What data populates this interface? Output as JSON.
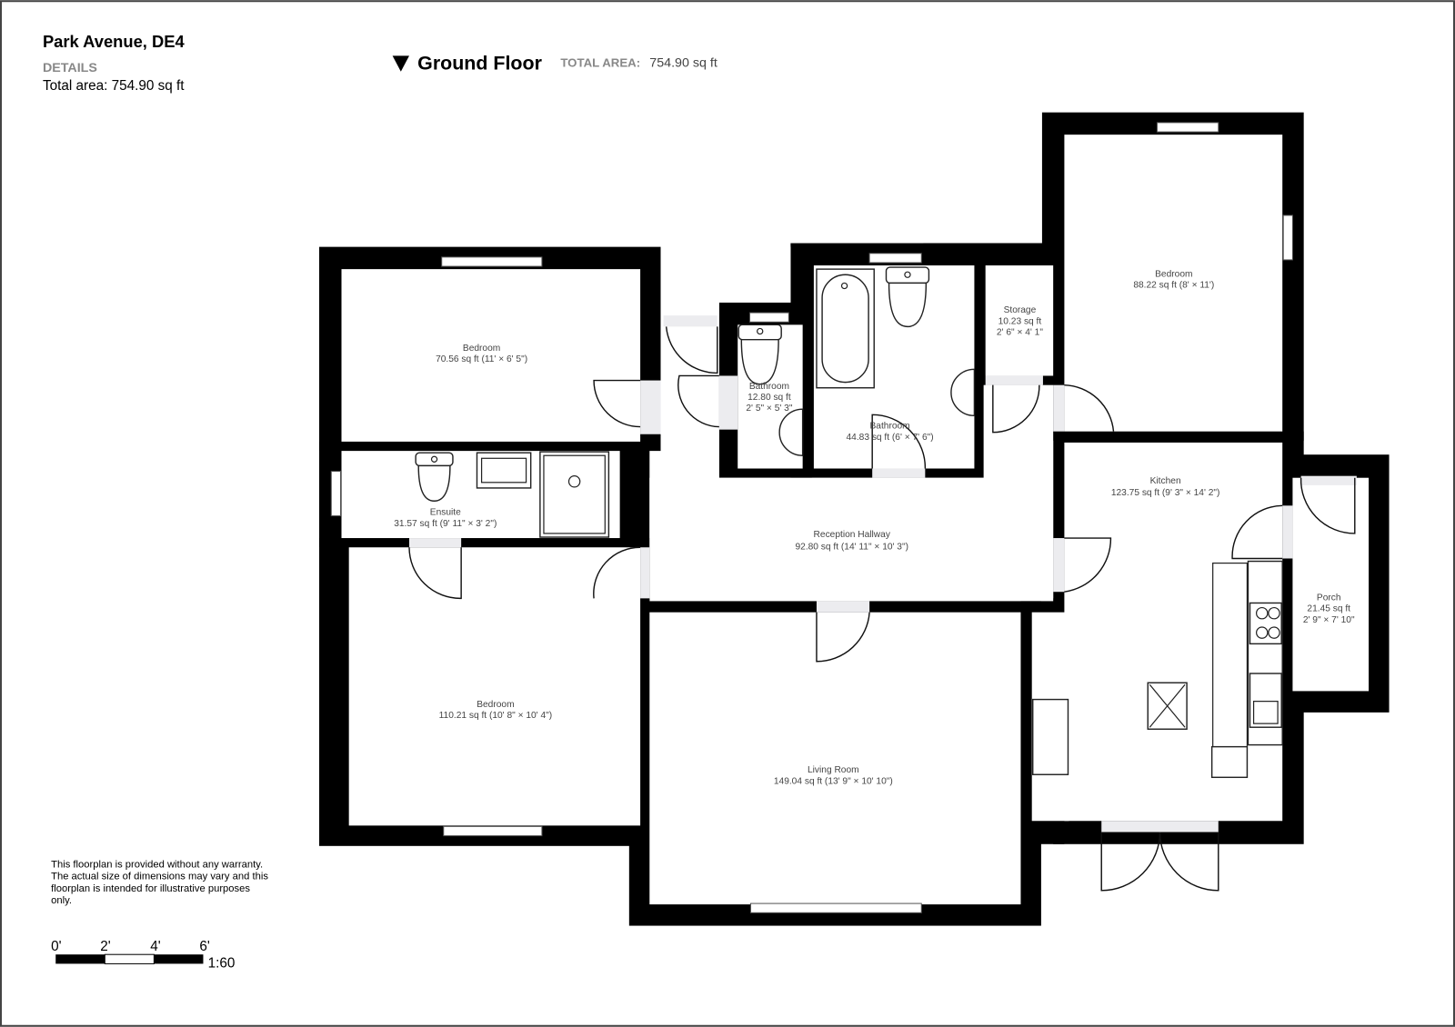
{
  "header": {
    "title": "Park Avenue, DE4",
    "details_label": "DETAILS",
    "total_area_text": "Total area: 754.90 sq ft"
  },
  "floor": {
    "name": "Ground Floor",
    "toggle_icon": "triangle-down-icon",
    "total_area_label": "TOTAL AREA:",
    "total_area_value": "754.90 sq ft"
  },
  "rooms": {
    "bedroom_1": {
      "name": "Bedroom",
      "area": "70.56 sq ft (11' × 6' 5\")"
    },
    "ensuite": {
      "name": "Ensuite",
      "area": "31.57 sq ft (9' 11\" × 3' 2\")"
    },
    "bedroom_2": {
      "name": "Bedroom",
      "area": "110.21 sq ft (10' 8\" × 10' 4\")"
    },
    "bathroom_small": {
      "name": "Bathroom",
      "area": "12.80 sq ft",
      "dims": "2' 5\" × 5' 3\""
    },
    "bathroom": {
      "name": "Bathroom",
      "area": "44.83 sq ft (6' × 7' 6\")"
    },
    "storage": {
      "name": "Storage",
      "area": "10.23 sq ft",
      "dims": "2' 6\" × 4' 1\""
    },
    "bedroom_3": {
      "name": "Bedroom",
      "area": "88.22 sq ft (8' × 11')"
    },
    "hallway": {
      "name": "Reception Hallway",
      "area": "92.80 sq ft (14' 11\" × 10' 3\")"
    },
    "kitchen": {
      "name": "Kitchen",
      "area": "123.75 sq ft (9' 3\" × 14' 2\")"
    },
    "porch": {
      "name": "Porch",
      "area": "21.45 sq ft",
      "dims": "2' 9\" × 7' 10\""
    },
    "living_room": {
      "name": "Living Room",
      "area": "149.04 sq ft (13' 9\" × 10' 10\")"
    }
  },
  "disclaimer": [
    "This floorplan is provided without any warranty.",
    "The actual size of dimensions may vary and this",
    "floorplan is intended for illustrative purposes",
    "only."
  ],
  "scale": {
    "ticks": [
      "0'",
      "2'",
      "4'",
      "6'"
    ],
    "ratio": "1:60"
  }
}
